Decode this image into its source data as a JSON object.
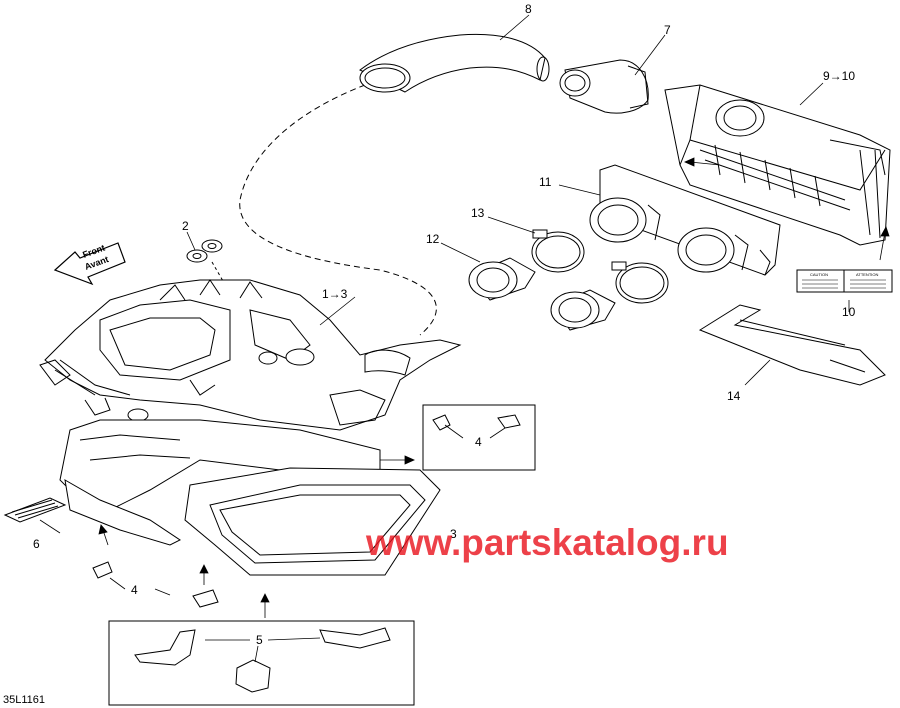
{
  "diagram": {
    "drawing_number": "35L1161",
    "watermark": "www.partskatalog.ru",
    "front_arrow": {
      "line1": "Front",
      "line2": "Avant"
    },
    "label_sticker": {
      "left_title": "CAUTION",
      "right_title": "ATTENTION"
    },
    "callouts": [
      {
        "id": "c8",
        "text": "8"
      },
      {
        "id": "c7",
        "text": "7"
      },
      {
        "id": "c9",
        "text": "9→10"
      },
      {
        "id": "c11",
        "text": "11"
      },
      {
        "id": "c13",
        "text": "13"
      },
      {
        "id": "c12",
        "text": "12"
      },
      {
        "id": "c2",
        "text": "2"
      },
      {
        "id": "c1",
        "text": "1→3"
      },
      {
        "id": "c10",
        "text": "10"
      },
      {
        "id": "c14",
        "text": "14"
      },
      {
        "id": "c4a",
        "text": "4"
      },
      {
        "id": "c3",
        "text": "3"
      },
      {
        "id": "c6",
        "text": "6"
      },
      {
        "id": "c4b",
        "text": "4"
      },
      {
        "id": "c5",
        "text": "5"
      }
    ]
  }
}
